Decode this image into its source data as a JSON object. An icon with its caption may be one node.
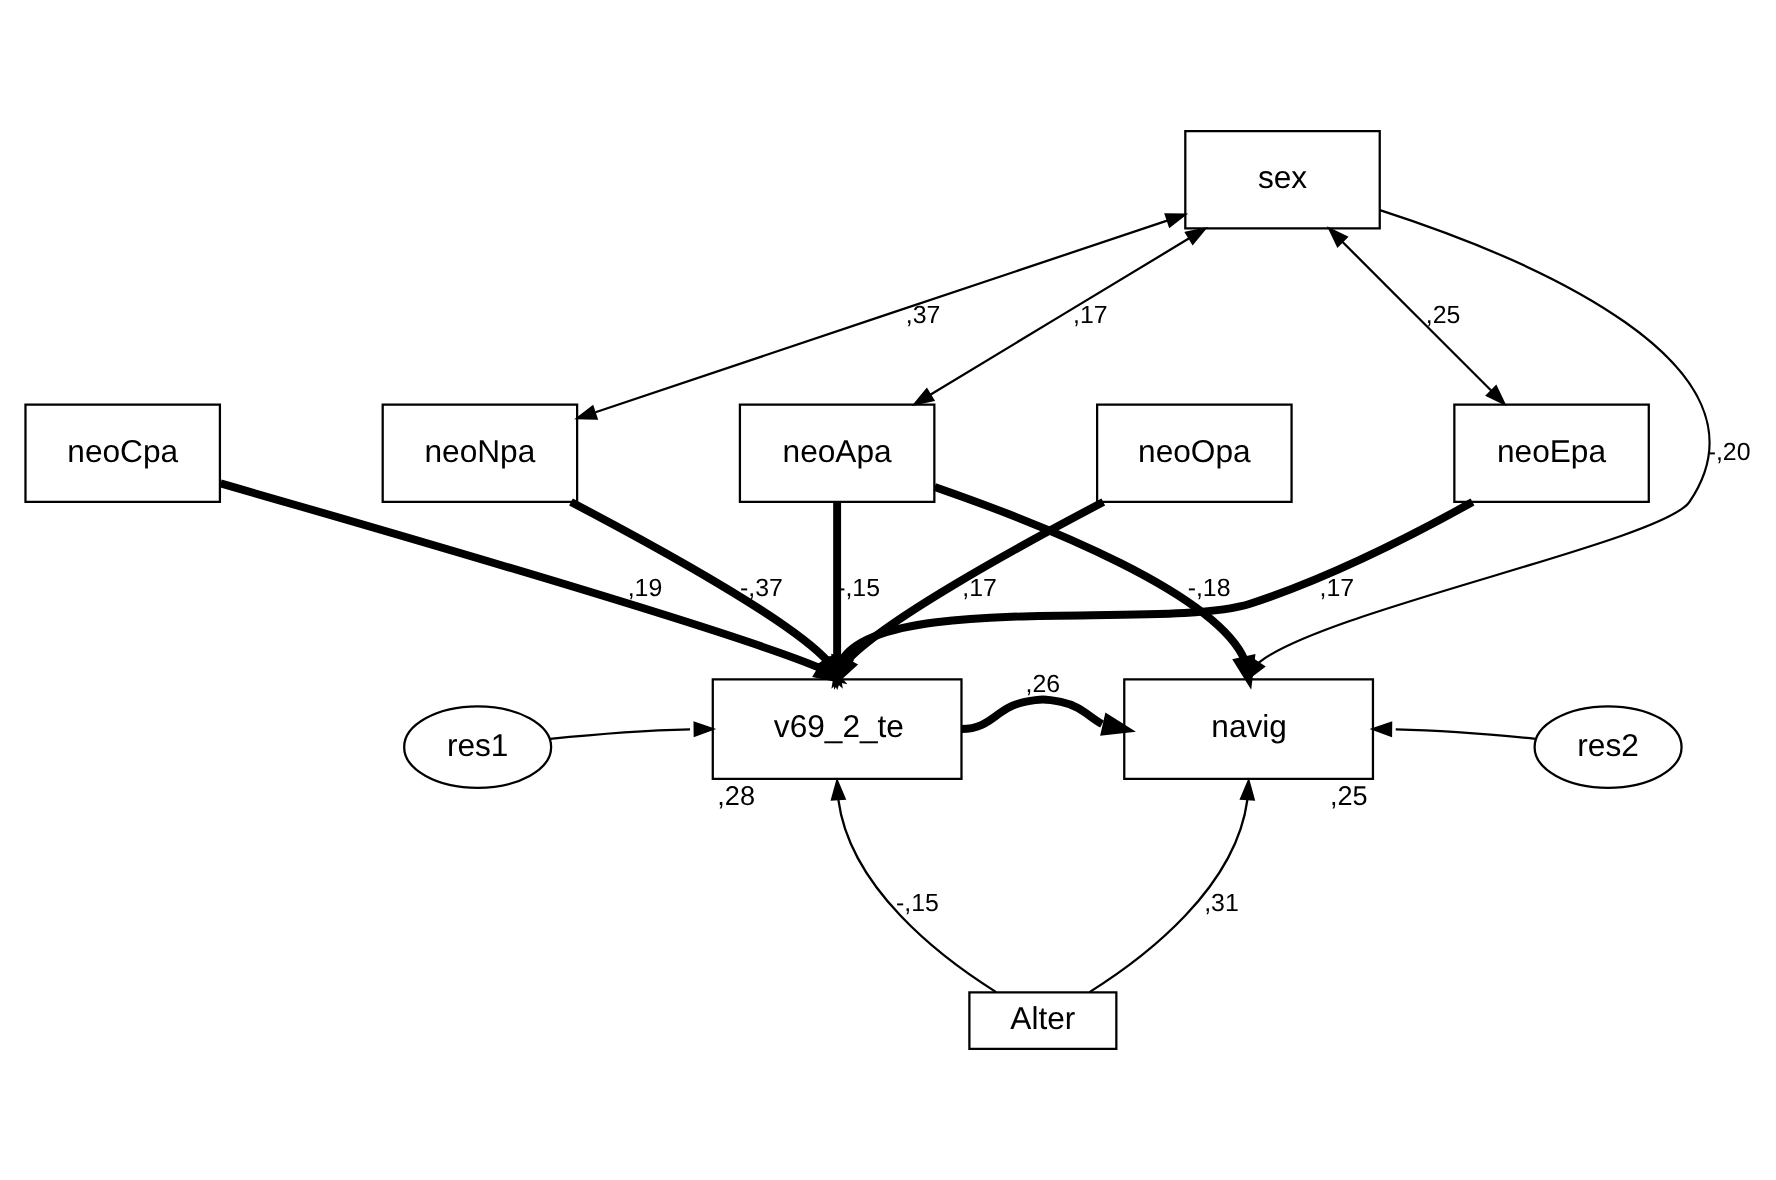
{
  "diagram": {
    "nodes": [
      {
        "text": [
          "sex"
        ]
      },
      {
        "text": [
          "neoCpa"
        ]
      },
      {
        "text": [
          "neoNpa"
        ]
      },
      {
        "text": [
          "neoApa"
        ]
      },
      {
        "text": [
          "neoOpa"
        ]
      },
      {
        "text": [
          "neoEpa"
        ]
      },
      {
        "text": [
          "res1"
        ]
      },
      {
        "text": [
          "v69_2_te"
        ],
        "beside": [
          ",28"
        ]
      },
      {
        "text": [
          "navig"
        ],
        "beside": [
          ",25"
        ]
      },
      {
        "text": [
          "res2"
        ]
      },
      {
        "text": [
          "Alter"
        ]
      }
    ],
    "edges": [
      {
        "from": 0,
        "to": 2,
        "arrow": "both",
        "label": ",37"
      },
      {
        "from": 0,
        "to": 3,
        "arrow": "both",
        "label": ",17"
      },
      {
        "from": 0,
        "to": 5,
        "arrow": "both",
        "label": ",25"
      },
      {
        "from": 1,
        "to": 7,
        "arrow": "to",
        "label": ",19",
        "style": "thick"
      },
      {
        "from": 2,
        "to": 7,
        "arrow": "to",
        "label": "-,37",
        "style": "thick"
      },
      {
        "from": 3,
        "to": 7,
        "arrow": "to",
        "label": "-,15",
        "style": "thick"
      },
      {
        "from": 4,
        "to": 7,
        "arrow": "to",
        "label": ",17",
        "style": "thick"
      },
      {
        "from": 5,
        "to": 7,
        "arrow": "to",
        "label": ",17",
        "style": "thick"
      },
      {
        "from": 3,
        "to": 8,
        "arrow": "to",
        "label": "-,18",
        "style": "thick"
      },
      {
        "from": 0,
        "to": 8,
        "arrow": "to",
        "label": "-,20"
      },
      {
        "from": 6,
        "to": 7,
        "arrow": "to"
      },
      {
        "from": 7,
        "to": 8,
        "arrow": "to",
        "label": ",26",
        "style": "thick"
      },
      {
        "from": 9,
        "to": 8,
        "arrow": "to"
      },
      {
        "from": 10,
        "to": 7,
        "arrow": "to",
        "label": "-,15"
      },
      {
        "from": 10,
        "to": 8,
        "arrow": "to",
        "label": ",31"
      }
    ]
  }
}
